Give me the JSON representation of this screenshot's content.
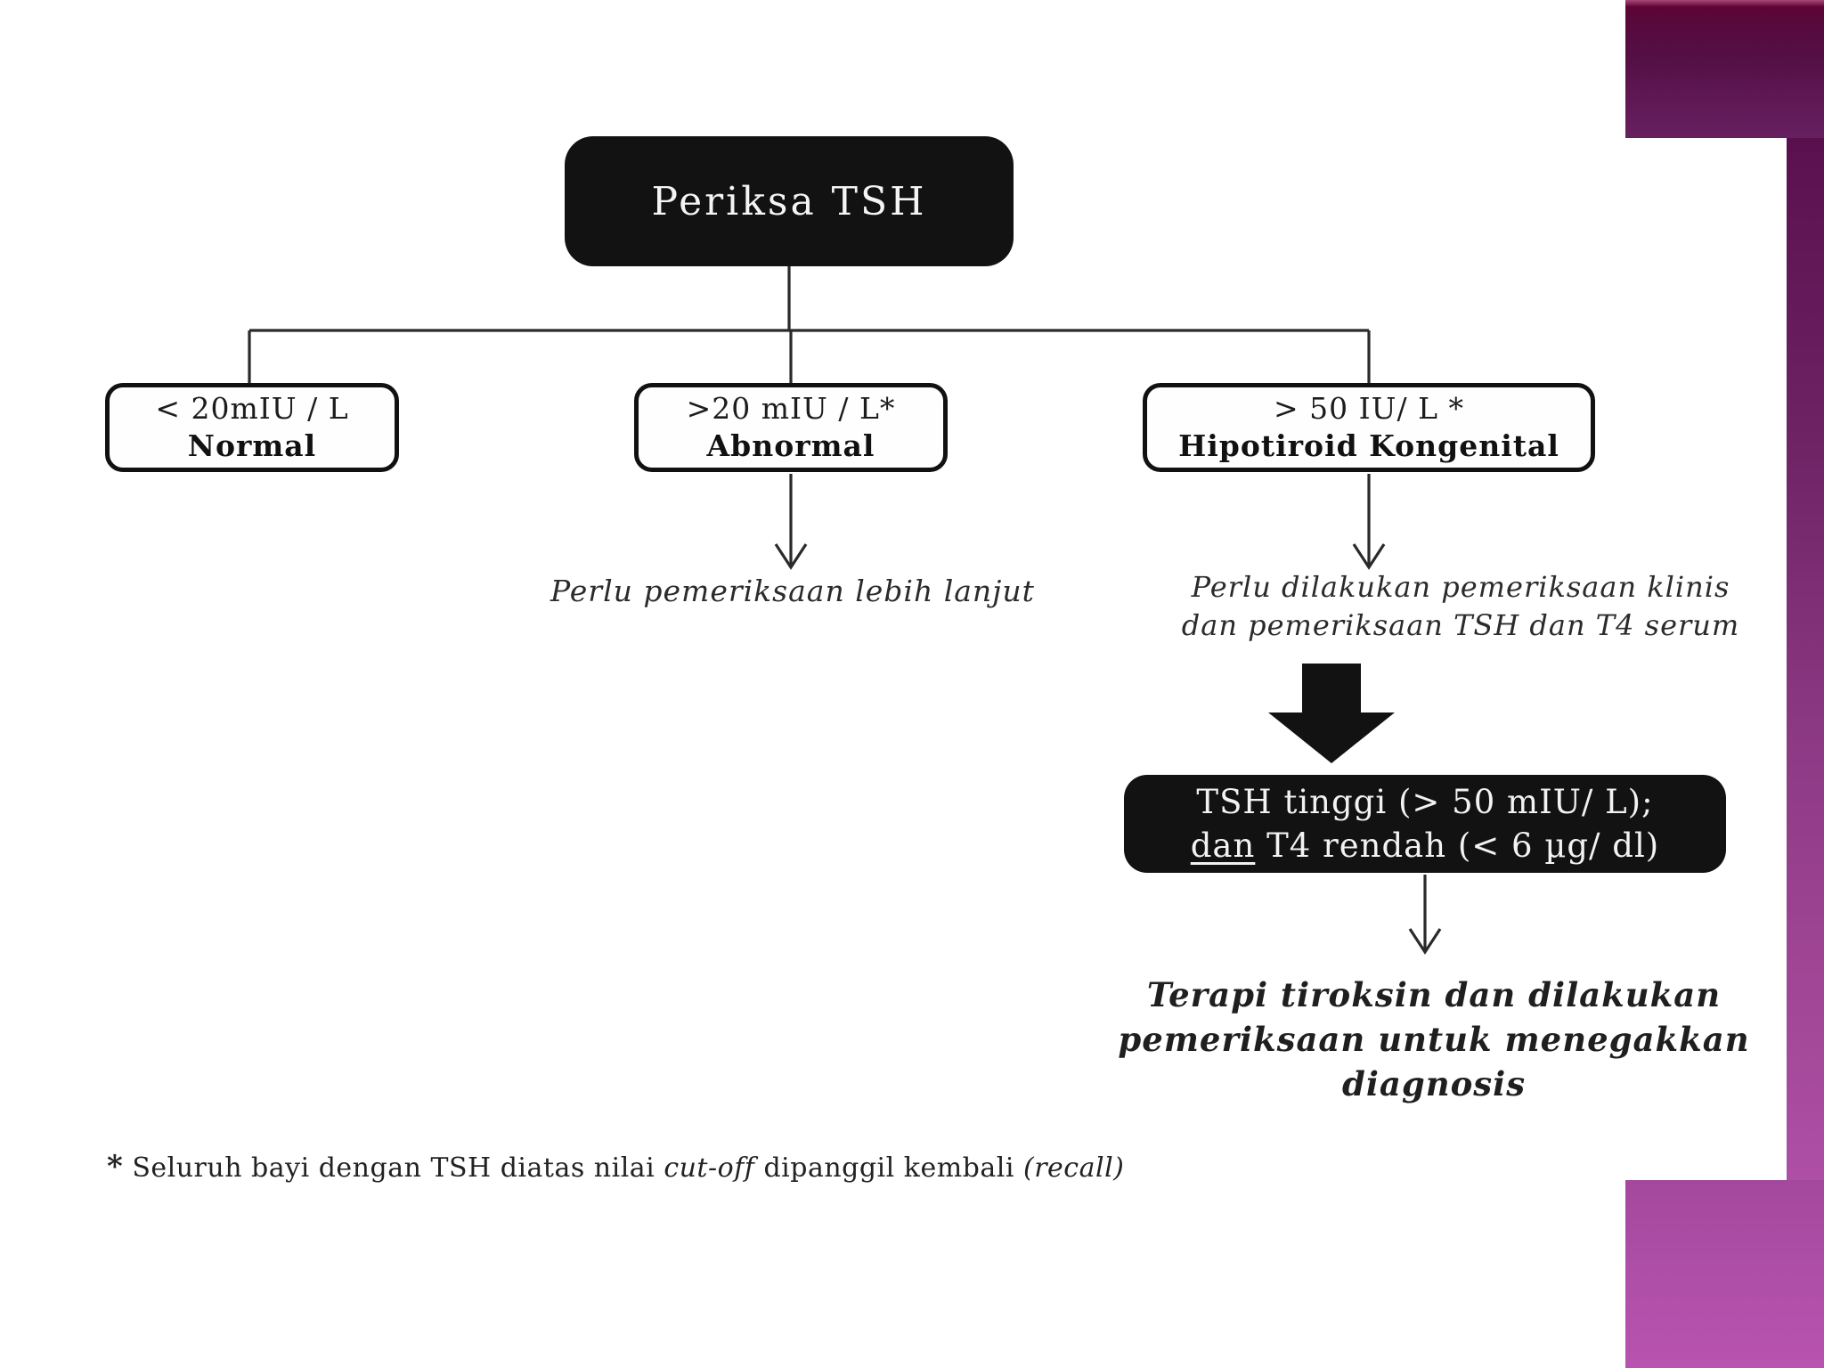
{
  "slide": {
    "title_node": "Periksa TSH",
    "branches": [
      {
        "value": "< 20mIU / L",
        "label": "Normal"
      },
      {
        "value": ">20 mIU / L*",
        "label": "Abnormal"
      },
      {
        "value": "> 50 IU/ L *",
        "label": "Hipotiroid Kongenital"
      }
    ],
    "notes": {
      "abnormal": "Perlu pemeriksaan lebih lanjut",
      "congenital_line1": "Perlu dilakukan pemeriksaan klinis",
      "congenital_line2": "dan pemeriksaan TSH dan T4 serum",
      "therapy_line1": "Terapi tiroksin dan dilakukan",
      "therapy_line2": "pemeriksaan untuk menegakkan",
      "therapy_line3": "diagnosis"
    },
    "result_node": {
      "line1": "TSH tinggi (> 50 mIU/ L);",
      "line2_underlined": "dan",
      "line2_rest": " T4 rendah (< 6 µg/ dl)"
    },
    "footnote": {
      "marker": "*",
      "text_before": " Seluruh bayi dengan TSH diatas nilai ",
      "italic_term": "cut-off",
      "text_middle": " dipanggil kembali ",
      "italic_term2": "(recall)"
    },
    "colors": {
      "node_fill": "#121212",
      "accent_maroon": "#560030",
      "accent_dark_purple": "#5c1150",
      "accent_mid_purple": "#8e3a85",
      "accent_light_magenta": "#b553ae"
    }
  }
}
